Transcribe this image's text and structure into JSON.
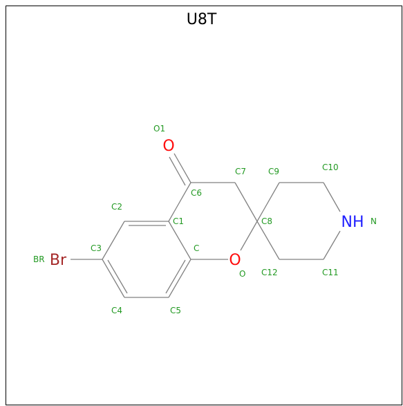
{
  "title": "U8T",
  "colors": {
    "bond": "#808080",
    "label": "#229922",
    "oxygen": "#ff0d0d",
    "nitrogen": "#2020ff",
    "bromine": "#a52828"
  },
  "elements": {
    "o_ketone": "O",
    "o_ring": "O",
    "nh": "NH",
    "br": "Br"
  },
  "atom_labels": {
    "O1": "O1",
    "C6": "C6",
    "C7": "C7",
    "C9": "C9",
    "C10": "C10",
    "C2": "C2",
    "C1": "C1",
    "C8": "C8",
    "N": "N",
    "BR": "BR",
    "C3": "C3",
    "C": "C",
    "O": "O",
    "C12": "C12",
    "C11": "C11",
    "C4": "C4",
    "C5": "C5"
  }
}
